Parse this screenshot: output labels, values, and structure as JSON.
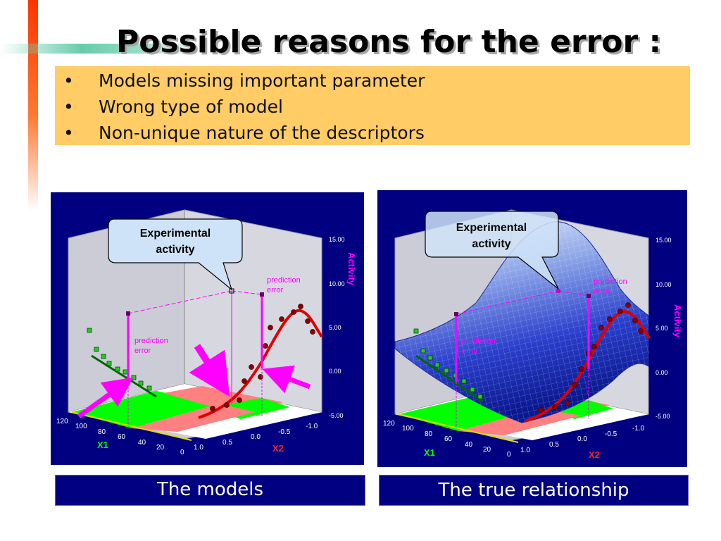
{
  "title": "Possible reasons for the error :",
  "bullets": [
    {
      "marker": "•",
      "text": "Models missing important parameter"
    },
    {
      "marker": "•",
      "text": "Wrong type of model"
    },
    {
      "marker": "•",
      "text": "Non-unique nature of the descriptors"
    }
  ],
  "left_panel": {
    "callout": {
      "line1": "Experimental",
      "line2": "activity"
    },
    "pred_error_top": {
      "line1": "prediction",
      "line2": "error"
    },
    "pred_error_left": {
      "line1": "prediction",
      "line2": "error"
    },
    "axis_activity": "Activity",
    "axis_x1": "X1",
    "axis_x2": "X2",
    "z_ticks": [
      "15.00",
      "10.00",
      "5.00",
      "0.00",
      "-5.00"
    ],
    "x1_ticks": [
      "120",
      "100",
      "80",
      "60",
      "40",
      "20",
      "0"
    ],
    "x2_ticks": [
      "1.0",
      "0.5",
      "0.0",
      "-0.5",
      "-1.0"
    ],
    "caption": "The models"
  },
  "right_panel": {
    "callout": {
      "line1": "Experimental",
      "line2": "activity"
    },
    "pred_error_top": {
      "line1": "prediction",
      "line2": "error"
    },
    "pred_error_left": {
      "line1": "prediction",
      "line2": "error"
    },
    "axis_activity": "Activity",
    "axis_x1": "X1",
    "axis_x2": "X2",
    "z_ticks": [
      "15.00",
      "10.00",
      "5.00",
      "0.00",
      "-5.00"
    ],
    "x1_ticks": [
      "120",
      "100",
      "80",
      "60",
      "40",
      "20",
      "0"
    ],
    "x2_ticks": [
      "1.0",
      "0.5",
      "0.0",
      "-0.5",
      "-1.0"
    ],
    "caption": "The true relationship"
  },
  "colors": {
    "panel_bg": "#000080",
    "box_face": "#ccccd6",
    "floor_green": "#00ff00",
    "floor_pink": "#ff8080",
    "magenta": "#ff00ff",
    "curve_red": "#dd0000",
    "model_line": "#006600",
    "callout_fill": "#cfe3f8",
    "bullet_box": "#ffcc66"
  }
}
